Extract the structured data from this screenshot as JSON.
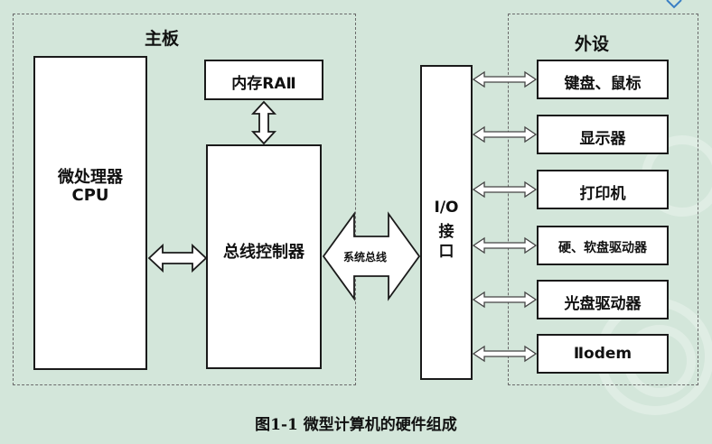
{
  "mainboard": {
    "title": "主板",
    "cpu_line1": "微处理器",
    "cpu_line2": "CPU",
    "ram": "内存RAⅡ",
    "bus_controller": "总线控制器",
    "system_bus": "系统总线"
  },
  "io": {
    "line1": "I/O",
    "line2": "接",
    "line3": "口"
  },
  "peripherals": {
    "title": "外设",
    "items": [
      "键盘、鼠标",
      "显示器",
      "打印机",
      "硬、软盘驱动器",
      "光盘驱动器",
      "Ⅱodem"
    ]
  },
  "caption": "图1-1  微型计算机的硬件组成"
}
